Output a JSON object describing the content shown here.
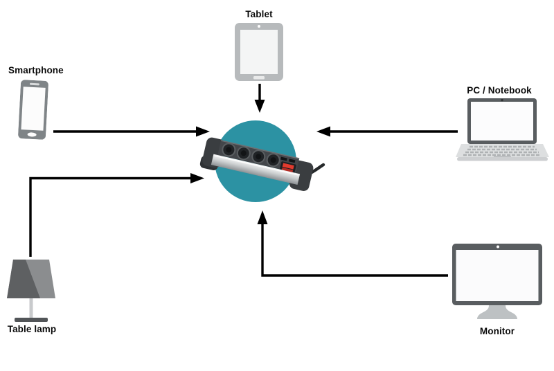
{
  "diagram": {
    "background_color": "#ffffff",
    "arrow_color": "#000000",
    "hub": {
      "id": "power-strip",
      "circle_color": "#2c92a3",
      "device": "4-socket power strip with USB ports, red switch and cable"
    },
    "nodes": [
      {
        "id": "tablet",
        "label": "Tablet",
        "icon": "tablet-icon",
        "position": "top"
      },
      {
        "id": "smartphone",
        "label": "Smartphone",
        "icon": "smartphone-icon",
        "position": "left"
      },
      {
        "id": "pc-notebook",
        "label": "PC / Notebook",
        "icon": "laptop-icon",
        "position": "right"
      },
      {
        "id": "table-lamp",
        "label": "Table lamp",
        "icon": "table-lamp-icon",
        "position": "bottom-left"
      },
      {
        "id": "monitor",
        "label": "Monitor",
        "icon": "monitor-icon",
        "position": "bottom-right"
      }
    ],
    "edges": [
      {
        "from": "tablet",
        "to": "power-strip",
        "style": "straight-down"
      },
      {
        "from": "smartphone",
        "to": "power-strip",
        "style": "straight-right"
      },
      {
        "from": "pc-notebook",
        "to": "power-strip",
        "style": "straight-left"
      },
      {
        "from": "table-lamp",
        "to": "power-strip",
        "style": "elbow-up-then-right"
      },
      {
        "from": "monitor",
        "to": "power-strip",
        "style": "elbow-left-then-up"
      }
    ]
  }
}
